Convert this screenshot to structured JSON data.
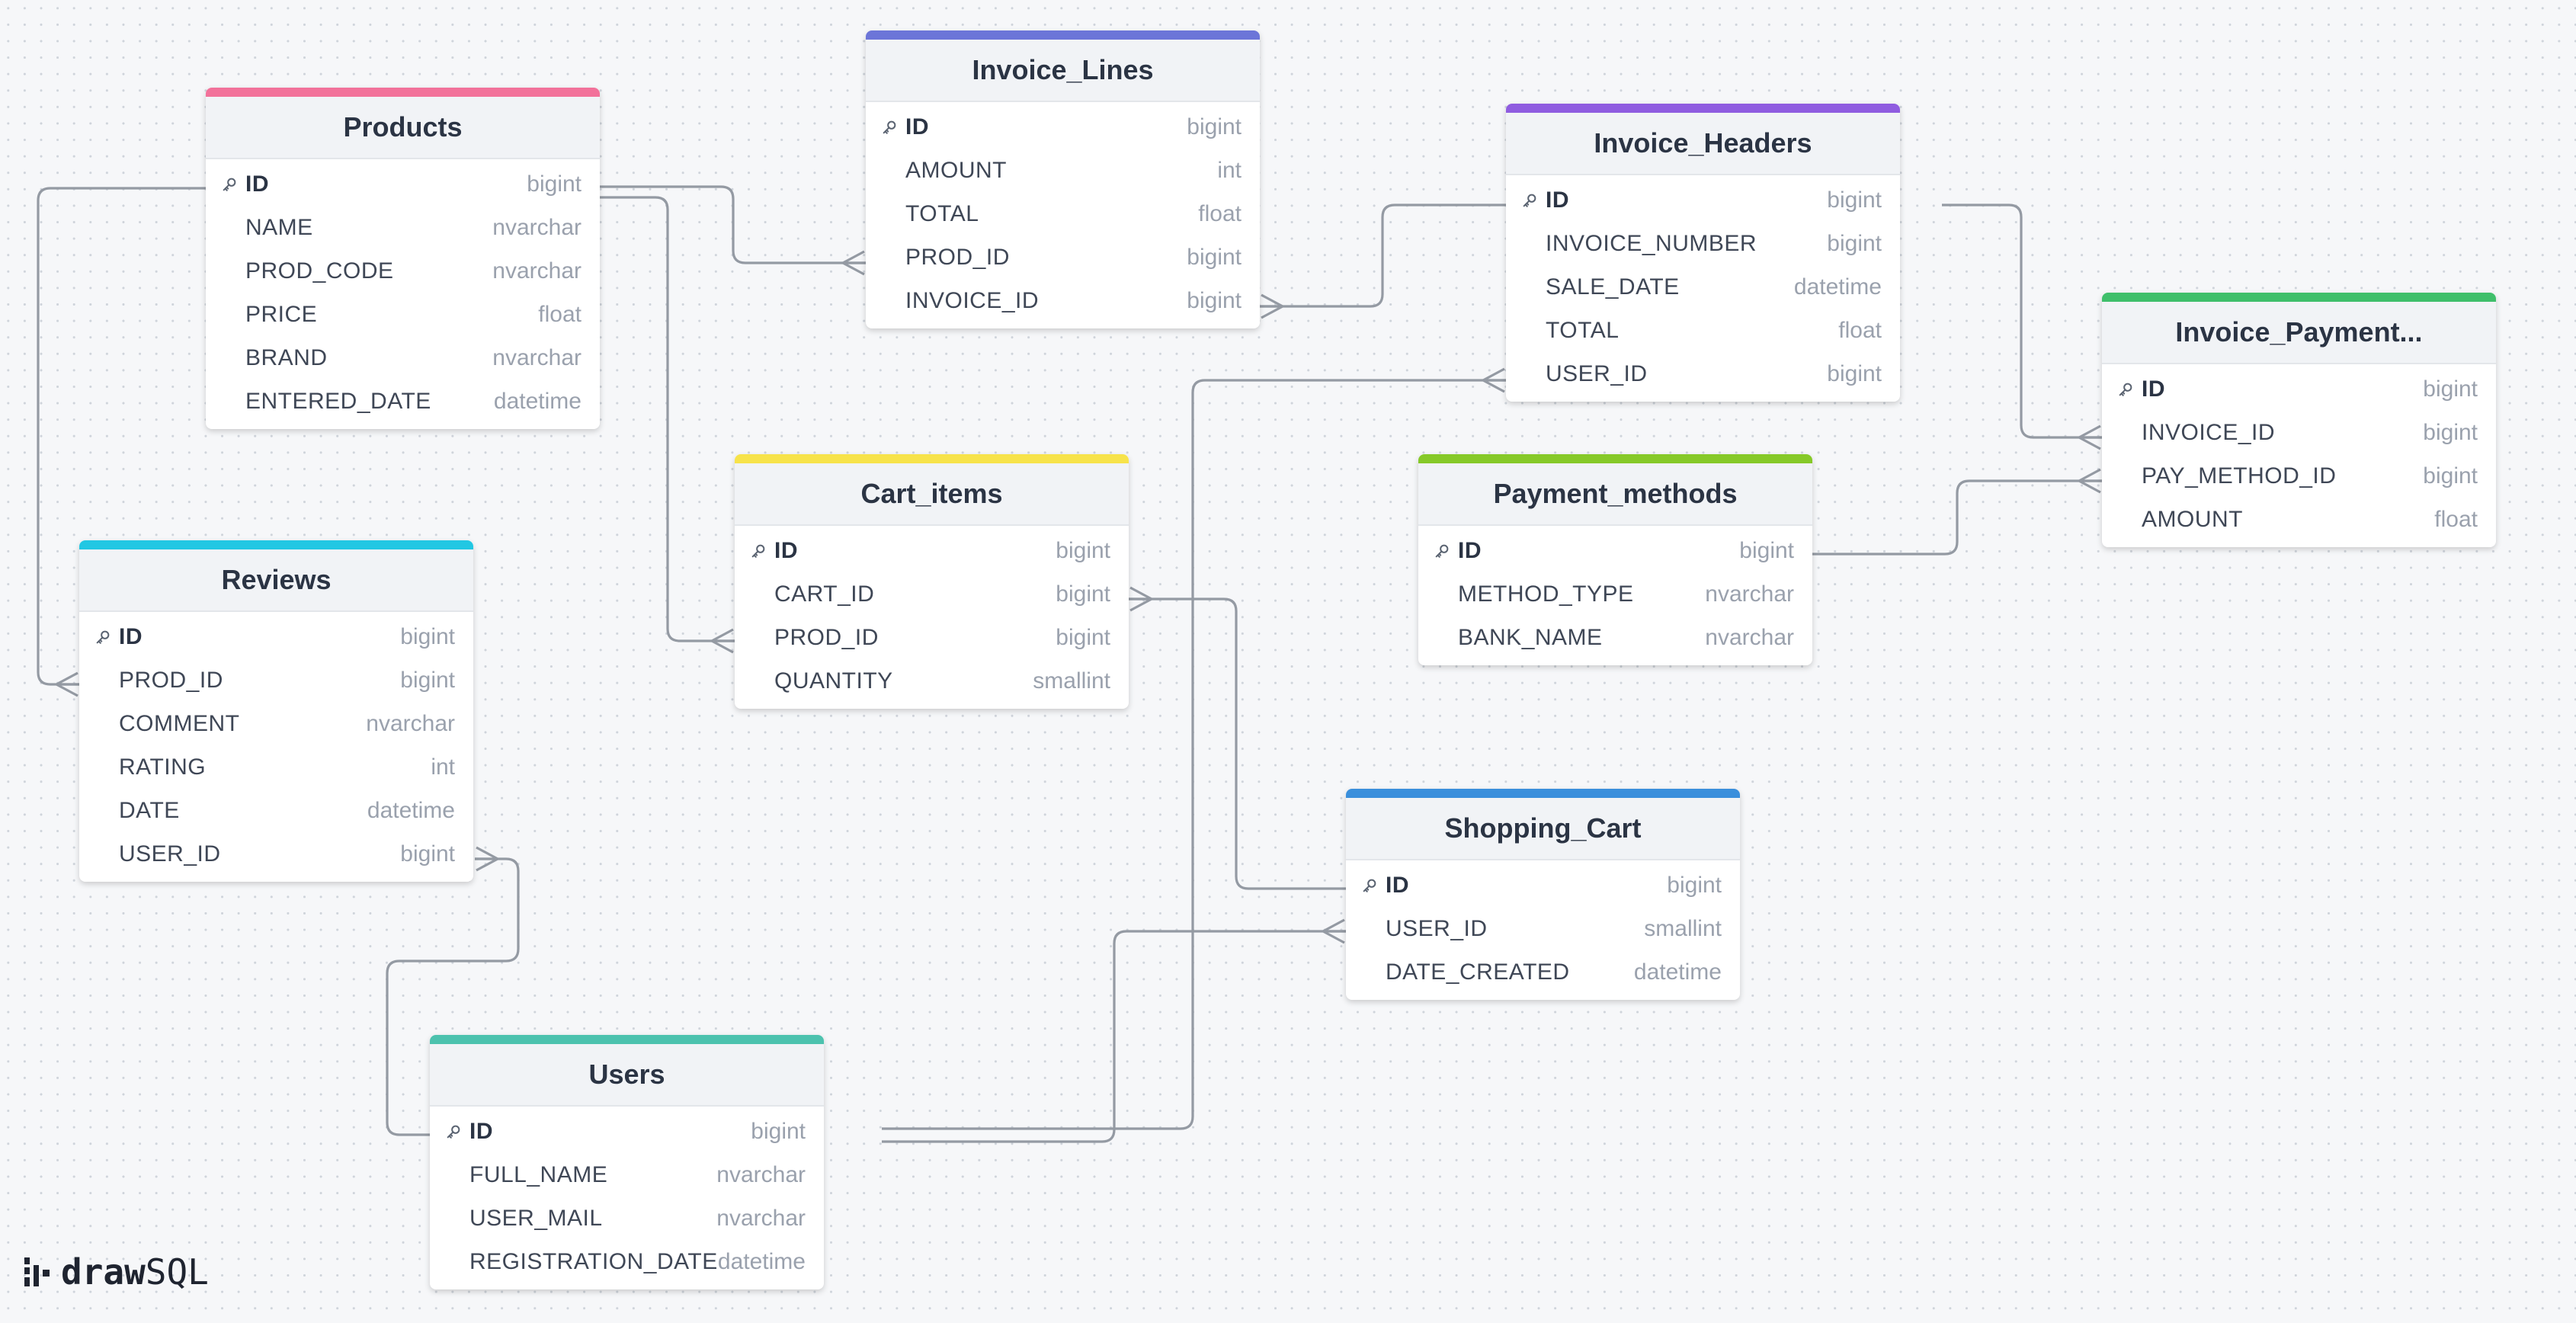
{
  "brand": {
    "word_bold": "draw",
    "word_thin": "SQL"
  },
  "tables": [
    {
      "id": "products",
      "name": "Products",
      "color": "#f2719a",
      "columns": [
        {
          "name": "ID",
          "type": "bigint",
          "pk": true
        },
        {
          "name": "NAME",
          "type": "nvarchar"
        },
        {
          "name": "PROD_CODE",
          "type": "nvarchar"
        },
        {
          "name": "PRICE",
          "type": "float"
        },
        {
          "name": "BRAND",
          "type": "nvarchar"
        },
        {
          "name": "ENTERED_DATE",
          "type": "datetime"
        }
      ]
    },
    {
      "id": "invoice_lines",
      "name": "Invoice_Lines",
      "color": "#6c75d8",
      "columns": [
        {
          "name": "ID",
          "type": "bigint",
          "pk": true
        },
        {
          "name": "AMOUNT",
          "type": "int"
        },
        {
          "name": "TOTAL",
          "type": "float"
        },
        {
          "name": "PROD_ID",
          "type": "bigint"
        },
        {
          "name": "INVOICE_ID",
          "type": "bigint"
        }
      ]
    },
    {
      "id": "invoice_headers",
      "name": "Invoice_Headers",
      "color": "#8f5ce0",
      "columns": [
        {
          "name": "ID",
          "type": "bigint",
          "pk": true
        },
        {
          "name": "INVOICE_NUMBER",
          "type": "bigint"
        },
        {
          "name": "SALE_DATE",
          "type": "datetime"
        },
        {
          "name": "TOTAL",
          "type": "float"
        },
        {
          "name": "USER_ID",
          "type": "bigint"
        }
      ]
    },
    {
      "id": "invoice_payments",
      "name": "Invoice_Payment...",
      "color": "#3fbf6b",
      "columns": [
        {
          "name": "ID",
          "type": "bigint",
          "pk": true
        },
        {
          "name": "INVOICE_ID",
          "type": "bigint"
        },
        {
          "name": "PAY_METHOD_ID",
          "type": "bigint"
        },
        {
          "name": "AMOUNT",
          "type": "float"
        }
      ]
    },
    {
      "id": "cart_items",
      "name": "Cart_items",
      "color": "#f7e34a",
      "columns": [
        {
          "name": "ID",
          "type": "bigint",
          "pk": true
        },
        {
          "name": "CART_ID",
          "type": "bigint"
        },
        {
          "name": "PROD_ID",
          "type": "bigint"
        },
        {
          "name": "QUANTITY",
          "type": "smallint"
        }
      ]
    },
    {
      "id": "payment_methods",
      "name": "Payment_methods",
      "color": "#86c928",
      "columns": [
        {
          "name": "ID",
          "type": "bigint",
          "pk": true
        },
        {
          "name": "METHOD_TYPE",
          "type": "nvarchar"
        },
        {
          "name": "BANK_NAME",
          "type": "nvarchar"
        }
      ]
    },
    {
      "id": "reviews",
      "name": "Reviews",
      "color": "#22c7e3",
      "columns": [
        {
          "name": "ID",
          "type": "bigint",
          "pk": true
        },
        {
          "name": "PROD_ID",
          "type": "bigint"
        },
        {
          "name": "COMMENT",
          "type": "nvarchar"
        },
        {
          "name": "RATING",
          "type": "int"
        },
        {
          "name": "DATE",
          "type": "datetime"
        },
        {
          "name": "USER_ID",
          "type": "bigint"
        }
      ]
    },
    {
      "id": "shopping_cart",
      "name": "Shopping_Cart",
      "color": "#3a8fdc",
      "columns": [
        {
          "name": "ID",
          "type": "bigint",
          "pk": true
        },
        {
          "name": "USER_ID",
          "type": "smallint"
        },
        {
          "name": "DATE_CREATED",
          "type": "datetime"
        }
      ]
    },
    {
      "id": "users",
      "name": "Users",
      "color": "#4cc2ae",
      "columns": [
        {
          "name": "ID",
          "type": "bigint",
          "pk": true
        },
        {
          "name": "FULL_NAME",
          "type": "nvarchar"
        },
        {
          "name": "USER_MAIL",
          "type": "nvarchar"
        },
        {
          "name": "REGISTRATION_DATE",
          "type": "datetime"
        }
      ]
    }
  ],
  "relations": [
    {
      "from": "products.ID",
      "to": "invoice_lines.PROD_ID",
      "cardinality": "one-to-many"
    },
    {
      "from": "products.ID",
      "to": "cart_items.PROD_ID",
      "cardinality": "one-to-many"
    },
    {
      "from": "products.ID",
      "to": "reviews.PROD_ID",
      "cardinality": "one-to-many"
    },
    {
      "from": "invoice_headers.ID",
      "to": "invoice_lines.INVOICE_ID",
      "cardinality": "one-to-many"
    },
    {
      "from": "invoice_headers.ID",
      "to": "invoice_payments.INVOICE_ID",
      "cardinality": "one-to-many"
    },
    {
      "from": "payment_methods.ID",
      "to": "invoice_payments.PAY_METHOD_ID",
      "cardinality": "one-to-many"
    },
    {
      "from": "shopping_cart.ID",
      "to": "cart_items.CART_ID",
      "cardinality": "one-to-many"
    },
    {
      "from": "users.ID",
      "to": "reviews.USER_ID",
      "cardinality": "one-to-many"
    },
    {
      "from": "users.ID",
      "to": "invoice_headers.USER_ID",
      "cardinality": "one-to-many"
    },
    {
      "from": "users.ID",
      "to": "shopping_cart.USER_ID",
      "cardinality": "one-to-many"
    }
  ]
}
